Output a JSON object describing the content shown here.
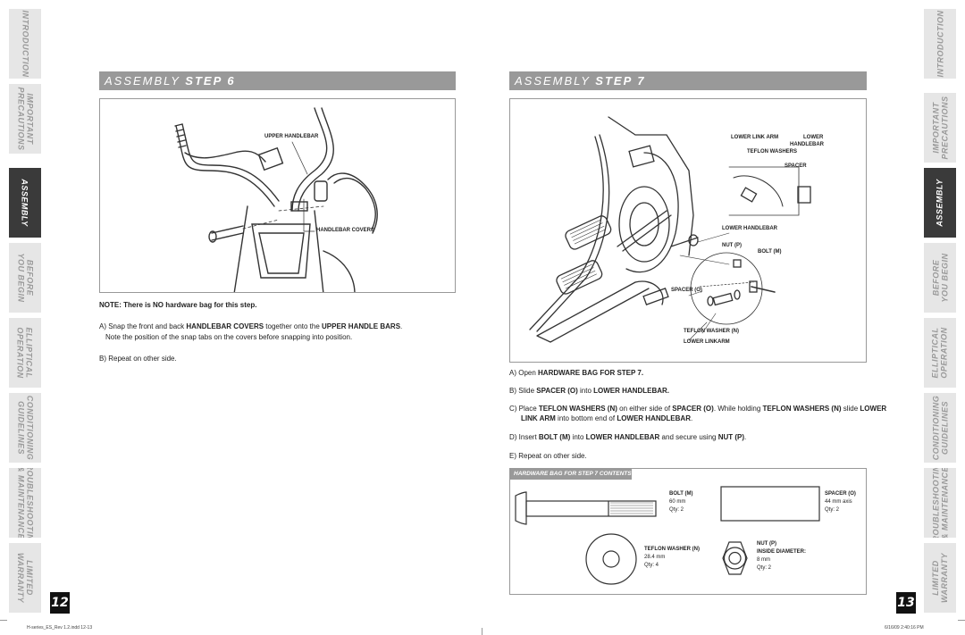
{
  "nav_tabs": [
    {
      "label": "INTRODUCTION",
      "active": false
    },
    {
      "label": "IMPORTANT\nPRECAUTIONS",
      "active": false
    },
    {
      "label": "ASSEMBLY",
      "active": true
    },
    {
      "label": "BEFORE\nYOU BEGIN",
      "active": false
    },
    {
      "label": "ELLIPTICAL\nOPERATION",
      "active": false
    },
    {
      "label": "CONDITIONING\nGUIDELINES",
      "active": false
    },
    {
      "label": "TROUBLESHOOTING\n& MAINTENANCE",
      "active": false
    },
    {
      "label": "LIMITED\nWARRANTY",
      "active": false
    }
  ],
  "left_page": {
    "page_number": "12",
    "header_light": "ASSEMBLY",
    "header_bold": "STEP 6",
    "callouts": {
      "upper_handlebar": "UPPER HANDLEBAR",
      "handlebar_covers": "HANDLEBAR COVERS"
    },
    "note": "NOTE: There is NO hardware bag for this step.",
    "step_a_1": "A) Snap the front and back ",
    "step_a_b1": "HANDLEBAR COVERS",
    "step_a_2": " together onto the ",
    "step_a_b2": "UPPER HANDLE BARS",
    "step_a_3": ".",
    "step_a_line2": "Note the position of the snap tabs on the covers before snapping into position.",
    "step_b": "B) Repeat on other side."
  },
  "right_page": {
    "page_number": "13",
    "header_light": "ASSEMBLY",
    "header_bold": "STEP 7",
    "callouts": {
      "lower_link_arm": "LOWER LINK ARM",
      "lower": "LOWER",
      "handlebar": "HANDLEBAR",
      "teflon_washers": "TEFLON WASHERS",
      "spacer": "SPACER",
      "lower_handlebar": "LOWER HANDLEBAR",
      "nut_p": "NUT (P)",
      "bolt_m": "BOLT (M)",
      "spacer_o": "SPACER (O)",
      "teflon_washer_n": "TEFLON WASHER (N)",
      "lower_linkarm": "LOWER LINKARM"
    },
    "step_a_1": "A) Open ",
    "step_a_b": "HARDWARE BAG FOR STEP 7.",
    "step_b_1": "B) Slide ",
    "step_b_b1": "SPACER (O)",
    "step_b_2": " into ",
    "step_b_b2": "LOWER HANDLEBAR.",
    "step_c_1": "C) Place ",
    "step_c_b1": "TEFLON WASHERS (N)",
    "step_c_2": " on either side of ",
    "step_c_b2": "SPACER (O)",
    "step_c_3": ". While holding ",
    "step_c_b3": "TEFLON WASHERS (N)",
    "step_c_4": " slide ",
    "step_c_b4": "LOWER",
    "step_c_l2_b1": "LINK ARM",
    "step_c_l2_2": " into bottom end of ",
    "step_c_l2_b2": "LOWER HANDLEBAR",
    "step_c_l2_3": ".",
    "step_d_1": "D) Insert ",
    "step_d_b1": "BOLT (M)",
    "step_d_2": " into ",
    "step_d_b2": "LOWER HANDLEBAR",
    "step_d_3": " and secure using ",
    "step_d_b3": "NUT (P)",
    "step_d_4": ".",
    "step_e": "E)  Repeat on other side.",
    "hardware": {
      "title": "HARDWARE BAG FOR STEP 7 CONTENTS :",
      "bolt": {
        "name": "BOLT (M)",
        "size": "60 mm",
        "qty": "Qty: 2"
      },
      "spacer": {
        "name": "SPACER (O)",
        "size": "44 mm axis",
        "qty": "Qty: 2"
      },
      "washer": {
        "name": "TEFLON WASHER (N)",
        "size": "28.4 mm",
        "qty": "Qty: 4"
      },
      "nut": {
        "name": "NUT (P)",
        "size_label": "INSIDE DIAMETER:",
        "size": "8 mm",
        "qty": "Qty: 2"
      }
    }
  },
  "footer": {
    "file": "H-series_ES_Rev 1.2.indd   12-13",
    "timestamp": "6/16/09   2:40:16 PM"
  }
}
